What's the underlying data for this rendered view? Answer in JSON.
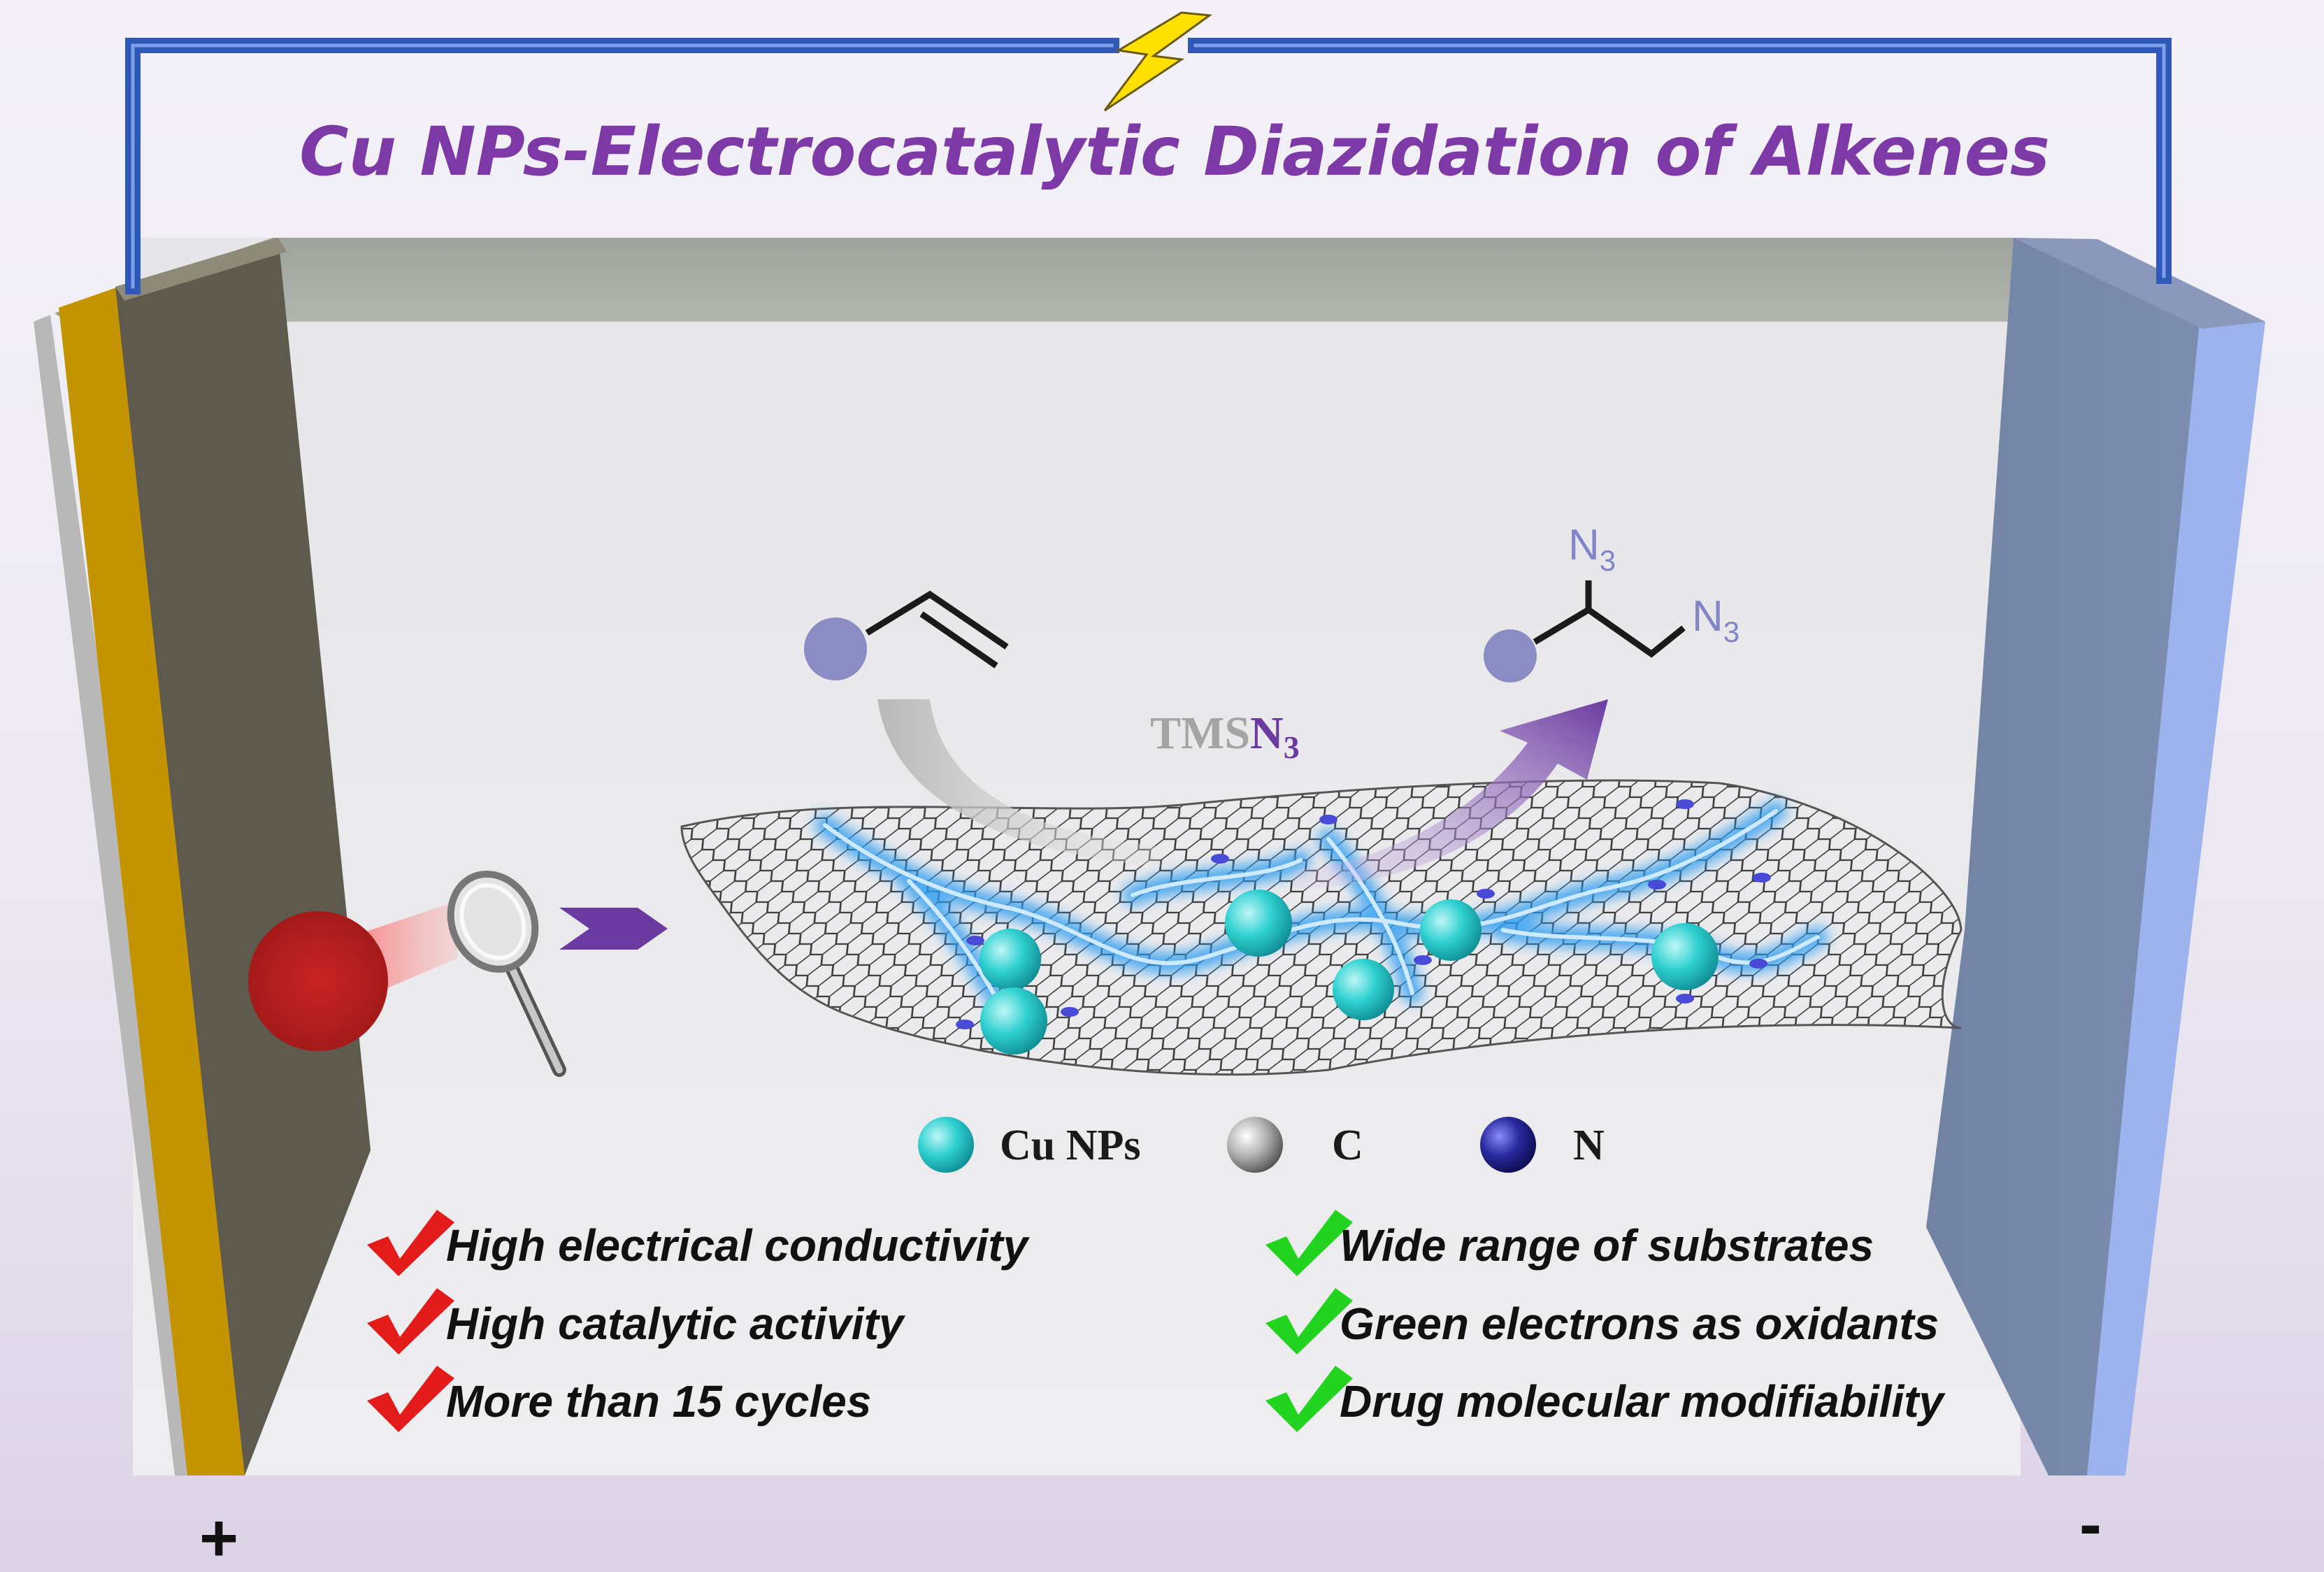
{
  "title": "Cu NPs-Electrocatalytic Diazidation of Alkenes",
  "reagent": {
    "prefix": "TMS",
    "main": "N",
    "sub": "3"
  },
  "product_labels": [
    {
      "main": "N",
      "sub": "3"
    },
    {
      "main": "N",
      "sub": "3"
    }
  ],
  "legend": [
    {
      "label": "Cu NPs",
      "color": "#2fd0d0"
    },
    {
      "label": "C",
      "color": "#a8a8a8"
    },
    {
      "label": "N",
      "color": "#2a2aa0"
    }
  ],
  "features_left": [
    "High electrical conductivity",
    "High catalytic activity",
    "More than 15 cycles"
  ],
  "features_right": [
    "Wide range of substrates",
    "Green electrons as oxidants",
    "Drug molecular modifiability"
  ],
  "anode_symbol": "+",
  "cathode_symbol": "-",
  "colors": {
    "title": "#7d3aa6",
    "wire": "#2f58b8",
    "anode_gold": "#c49400",
    "anode_face": "#5e5a4e",
    "cathode": "#7888aa",
    "check_left": "#e31b1b",
    "check_right": "#22d420",
    "arrow": "#6a3aa0",
    "bolt": "#ffe000"
  }
}
